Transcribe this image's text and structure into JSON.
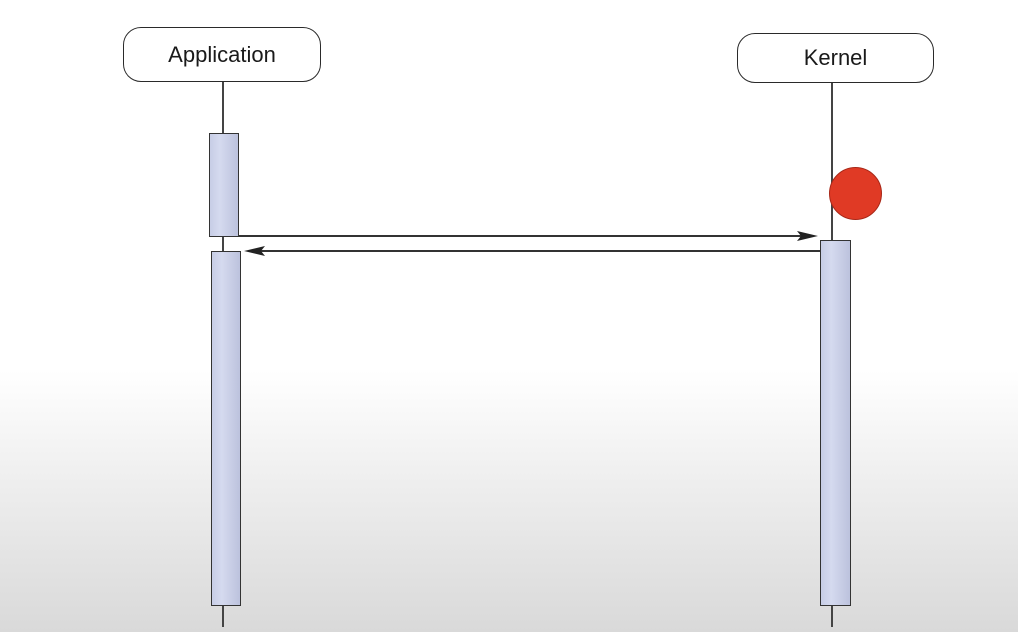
{
  "diagram": {
    "type": "sequence",
    "participants": [
      {
        "id": "application",
        "label": "Application"
      },
      {
        "id": "kernel",
        "label": "Kernel"
      }
    ],
    "messages": [
      {
        "from": "application",
        "to": "kernel",
        "label": "",
        "direction": "right"
      },
      {
        "from": "kernel",
        "to": "application",
        "label": "",
        "direction": "left"
      }
    ],
    "event_marker": {
      "on": "kernel",
      "shape": "circle",
      "color": "#e03a25"
    }
  },
  "colors": {
    "activation_fill": "#c7cde6",
    "line": "#444444",
    "event_marker": "#e03a25"
  }
}
